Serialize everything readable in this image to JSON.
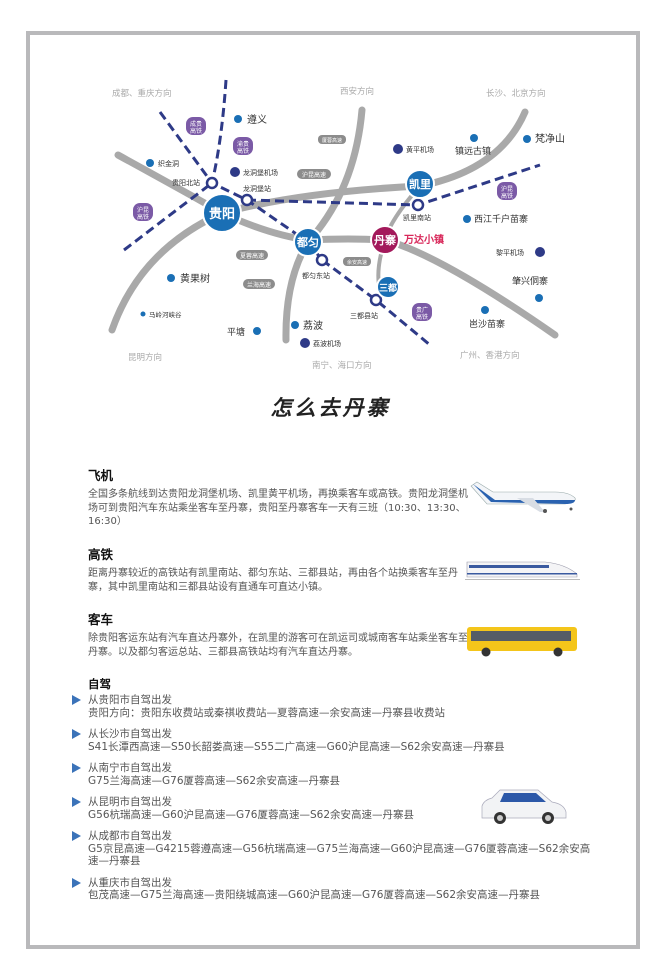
{
  "map": {
    "directions": [
      "成都、重庆方向",
      "西安方向",
      "长沙、北京方向",
      "昆明方向",
      "南宁、海口方向",
      "广州、香港方向"
    ],
    "cities": {
      "guiyang": "贵阳",
      "duyun": "都匀",
      "kaili": "凯里",
      "danzhai": "丹寨",
      "sandu": "三都"
    },
    "stations": {
      "guiyang_north": "贵阳北站",
      "longdongbao": "龙洞堡站",
      "kaili_south": "凯里南站",
      "duyun_east": "都匀东站",
      "sandu_county": "三都县站"
    },
    "airports": {
      "longdongbao": "龙洞堡机场",
      "huangping": "黄平机场",
      "liping": "黎平机场",
      "libo": "荔波机场"
    },
    "spots": {
      "zunyi": "遵义",
      "zhijindong": "织金洞",
      "huangguoshu": "黄果树",
      "malinghe": "马岭河峡谷",
      "pingtang": "平塘",
      "libo": "荔波",
      "zhenyuan": "镇远古镇",
      "fanjingshan": "梵净山",
      "xijiang": "西江千户苗寨",
      "zhaoxing": "肇兴侗寨",
      "basha": "岜沙苗寨"
    },
    "wanda": "万达小镇",
    "rail_tags": [
      "成贵\n高铁",
      "渝贵\n高铁",
      "沪昆\n高铁",
      "沪昆\n高铁",
      "贵广\n高铁"
    ],
    "road_tags": [
      "厦蓉高速",
      "沪昆高速",
      "夏蓉高速",
      "兰海高速",
      "余安高速"
    ]
  },
  "title": "怎么去丹寨",
  "plane": {
    "heading": "飞机",
    "text": "全国多条航线到达贵阳龙洞堡机场、凯里黄平机场，再换乘客车或高铁。贵阳龙洞堡机场可到贵阳汽车东站乘坐客车至丹寨，贵阳至丹寨客车一天有三班（10:30、13:30、16:30）"
  },
  "train": {
    "heading": "高铁",
    "text": "距离丹寨较近的高铁站有凯里南站、都匀东站、三都县站，再由各个站换乘客车至丹寨，其中凯里南站和三都县站设有直通车可直达小镇。"
  },
  "bus": {
    "heading": "客车",
    "text": "除贵阳客运东站有汽车直达丹寨外，在凯里的游客可在凯运司或城南客车站乘坐客车至丹寨。以及都匀客运总站、三都县高铁站均有汽车直达丹寨。"
  },
  "drive": {
    "heading": "自驾",
    "routes": [
      {
        "from": "从贵阳市自驾出发",
        "path": "贵阳方向：贵阳东收费站或秦祺收费站—夏蓉高速—余安高速—丹寨县收费站"
      },
      {
        "from": "从长沙市自驾出发",
        "path": "S41长潭西高速—S50长韶娄高速—S55二广高速—G60沪昆高速—S62余安高速—丹寨县"
      },
      {
        "from": "从南宁市自驾出发",
        "path": "G75兰海高速—G76厦蓉高速—S62余安高速—丹寨县"
      },
      {
        "from": "从昆明市自驾出发",
        "path": "G56杭瑞高速—G60沪昆高速—G76厦蓉高速—S62余安高速—丹寨县"
      },
      {
        "from": "从成都市自驾出发",
        "path": "G5京昆高速—G4215蓉遵高速—G56杭瑞高速—G75兰海高速—G60沪昆高速—G76厦蓉高速—S62余安高速—丹寨县"
      },
      {
        "from": "从重庆市自驾出发",
        "path": "包茂高速—G75兰海高速—贵阳绕城高速—G60沪昆高速—G76厦蓉高速—S62余安高速—丹寨县"
      }
    ]
  },
  "colors": {
    "city": "#1a6fb5",
    "danzhai": "#a3195b",
    "rail": "#2e3a87",
    "road": "#a9a9a9",
    "tag": "#7b5aa6",
    "arrow": "#3b73b9"
  }
}
